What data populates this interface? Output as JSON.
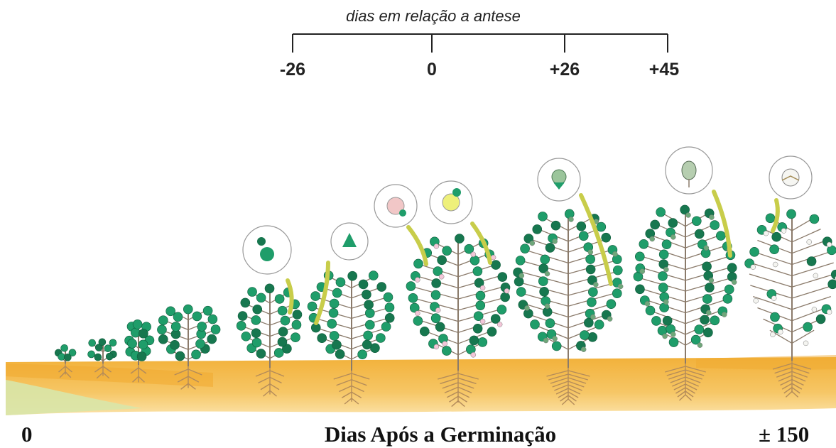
{
  "timeline": {
    "title": "dias em relação a antese",
    "ticks": [
      "-26",
      "0",
      "+26",
      "+45"
    ]
  },
  "bottom": {
    "start_label": "0",
    "axis_label": "Dias Após a Germinação",
    "end_label": "± 150"
  },
  "colors": {
    "leaf": "#1f9d6a",
    "leaf_dark": "#17774f",
    "stem": "#8a7a6a",
    "soil": "#f4b942",
    "soil_light": "#f9d07a",
    "grass": "#d8e6a8",
    "connector": "#c8cd4a"
  },
  "plants": [
    {
      "stage": "seedling",
      "inset_icon": null
    },
    {
      "stage": "young",
      "inset_icon": null
    },
    {
      "stage": "young",
      "inset_icon": null
    },
    {
      "stage": "vegetative",
      "inset_icon": null
    },
    {
      "stage": "budding",
      "inset_icon": "flower-bud-icon"
    },
    {
      "stage": "squaring",
      "inset_icon": "square-bud-icon"
    },
    {
      "stage": "flowering",
      "inset_icon": "flower-icon"
    },
    {
      "stage": "boll-forming",
      "inset_icon": "green-boll-icon"
    },
    {
      "stage": "boll-maturing",
      "inset_icon": "mature-boll-icon"
    },
    {
      "stage": "boll-opening",
      "inset_icon": "open-boll-icon"
    }
  ]
}
